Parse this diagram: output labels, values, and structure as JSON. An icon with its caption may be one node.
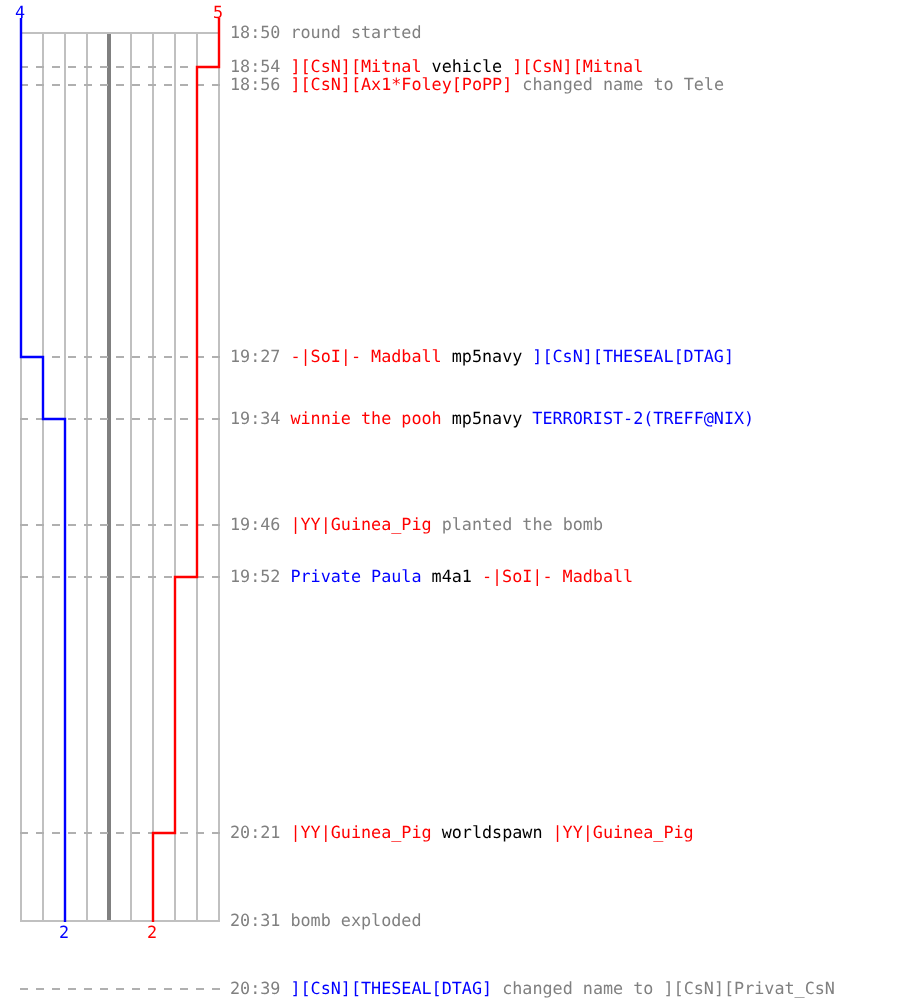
{
  "diagram": {
    "labels": [
      "4",
      "5",
      "18:50",
      "round started",
      "18:54",
      "][CsN][Mitnal",
      "vehicle",
      "][CsN][Mitnal",
      "18:56",
      "][CsN][Ax1*Foley[PoPP]",
      "changed name to Tele",
      "19:27",
      "-|SoI|- Madball",
      "mp5navy",
      "][CsN][THESEAL[DTAG]",
      "19:34",
      "winnie the pooh",
      "mp5navy",
      "TERRORIST-2(TREFF@NIX)",
      "19:46",
      "|YY|Guinea_Pig",
      "planted the bomb",
      "19:52",
      "Private Paula",
      "m4a1",
      "-|SoI|- Madball",
      "20:21",
      "|YY|Guinea_Pig",
      "worldspawn",
      "|YY|Guinea_Pig",
      "20:31",
      "bomb exploded",
      "2",
      "2",
      "20:39",
      "][CsN][THESEAL[DTAG]",
      "changed name to ][CsN][Privat_CsN"
    ]
  }
}
